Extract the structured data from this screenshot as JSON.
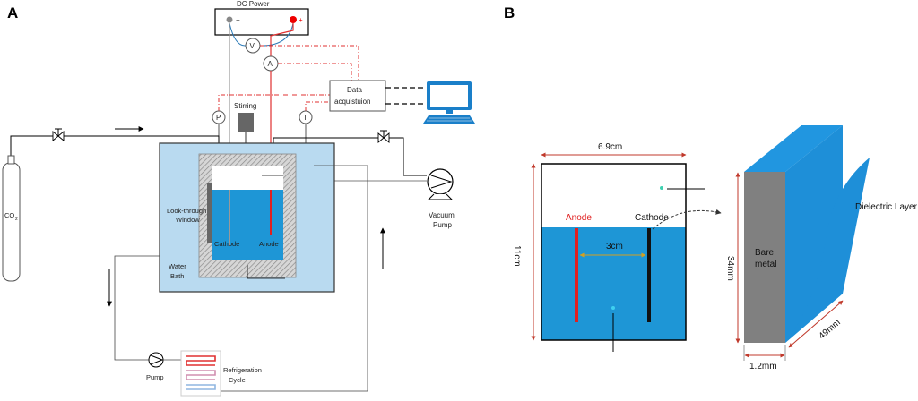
{
  "panels": {
    "a": "A",
    "b": "B"
  },
  "panel_a": {
    "dc_power": "DC Power",
    "minus": "−",
    "plus": "+",
    "voltmeter": "V",
    "ammeter": "A",
    "data_acquisition": [
      "Data",
      "acquistuion"
    ],
    "pressure": "P",
    "temperature": "T",
    "stirring": "Stirring",
    "co2": "CO",
    "co2_sub": "2",
    "look_through_window": [
      "Look-through",
      "Window"
    ],
    "cathode": "Cathode",
    "anode": "Anode",
    "water_bath": [
      "Water",
      "Bath"
    ],
    "vacuum_pump": [
      "Vacuum",
      "Pump"
    ],
    "pump": "Pump",
    "refrigeration_cycle": [
      "Refrigeration",
      "Cycle"
    ]
  },
  "panel_b": {
    "width_label": "6.9cm",
    "height_label": "11cm",
    "anode": "Anode",
    "cathode": "Cathode",
    "gap_label": "3cm",
    "bare_metal": [
      "Bare",
      "metal"
    ],
    "dielectric_layer": "Dielectric Layer",
    "plate_height": "34mm",
    "plate_width": "49mm",
    "plate_thickness": "1.2mm"
  },
  "colors": {
    "liquid": "#1e96d6",
    "bath": "#b9daf0",
    "anode": "#e02020",
    "signal": "#e03030",
    "metal": "#808080",
    "dielectric": "#1e8fd8",
    "dim_arrow": "#c0392b",
    "gap_arrow": "#d4a020"
  }
}
